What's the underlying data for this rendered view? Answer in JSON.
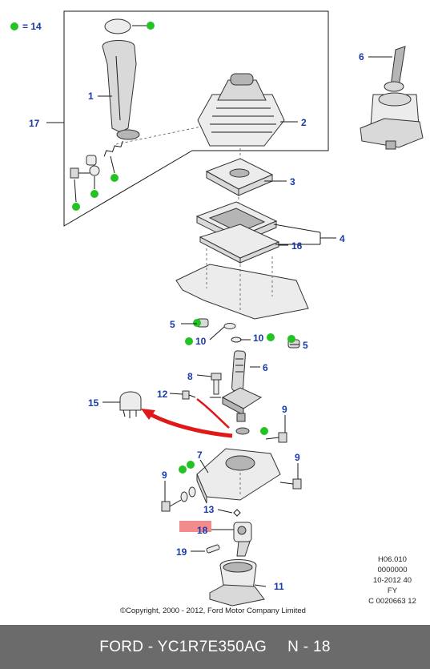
{
  "legend": {
    "equals_label": "= 14"
  },
  "callouts": {
    "c1": "1",
    "c2": "2",
    "c3": "3",
    "c4": "4",
    "c5a": "5",
    "c5b": "5",
    "c6a": "6",
    "c6b": "6",
    "c7": "7",
    "c8": "8",
    "c9a": "9",
    "c9b": "9",
    "c9c": "9",
    "c10a": "10",
    "c10b": "10",
    "c11": "11",
    "c12": "12",
    "c13": "13",
    "c15": "15",
    "c16": "16",
    "c17": "17",
    "c18": "18",
    "c19": "19"
  },
  "ref_codes": [
    "H06.010",
    "0000000",
    "10-2012 40",
    "FY",
    "C 0020663 12"
  ],
  "copyright": "©Copyright, 2000 - 2012, Ford Motor Company Limited",
  "footer": {
    "part_label": "FORD - YC1R7E350AG",
    "page_label": "N - 18"
  },
  "colors": {
    "callout": "#1a3aa8",
    "marker_dot": "#22c322",
    "highlight": "#f28b8b",
    "arrow": "#e01818",
    "footer_bg": "#6b6b6b"
  }
}
